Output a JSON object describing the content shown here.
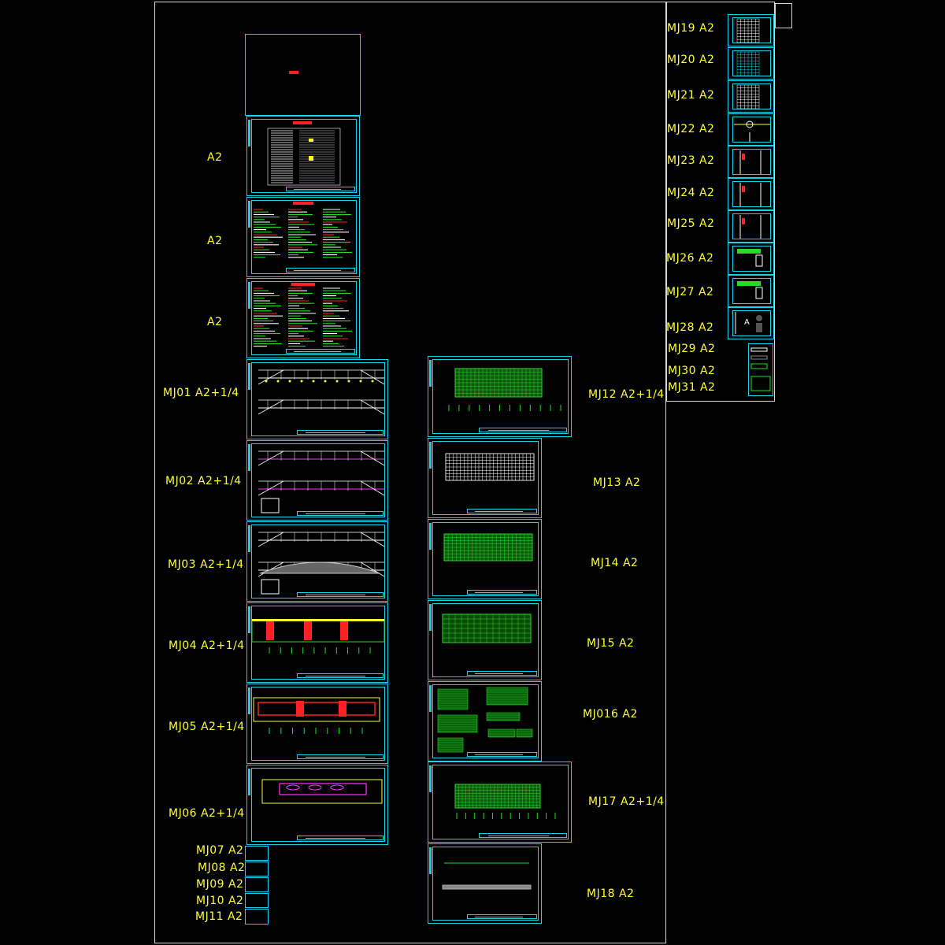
{
  "sheets": {
    "cover": "",
    "a2_1": "A2",
    "a2_2": "A2",
    "a2_3": "A2",
    "mj01": "MJ01 A2+1/4",
    "mj02": "MJ02 A2+1/4",
    "mj03": "MJ03 A2+1/4",
    "mj04": "MJ04 A2+1/4",
    "mj05": "MJ05 A2+1/4",
    "mj06": "MJ06 A2+1/4",
    "mj07": "MJ07 A2",
    "mj08": "MJ08 A2",
    "mj09": "MJ09 A2",
    "mj10": "MJ10 A2",
    "mj11": "MJ11 A2",
    "mj12": "MJ12 A2+1/4",
    "mj13": "MJ13 A2",
    "mj14": "MJ14 A2",
    "mj15": "MJ15 A2",
    "mj16": "MJ016 A2",
    "mj17": "MJ17 A2+1/4",
    "mj18": "MJ18 A2",
    "mj19": "MJ19 A2",
    "mj20": "MJ20 A2",
    "mj21": "MJ21 A2",
    "mj22": "MJ22 A2",
    "mj23": "MJ23 A2",
    "mj24": "MJ24 A2",
    "mj25": "MJ25 A2",
    "mj26": "MJ26 A2",
    "mj27": "MJ27 A2",
    "mj28": "MJ28 A2",
    "mj29": "MJ29 A2",
    "mj30": "MJ30 A2",
    "mj31": "MJ31 A2"
  },
  "detail_mark": "A",
  "colors": {
    "background": "#000000",
    "sheet_border": "#19d2e6",
    "label": "#ffff33",
    "drawing_green": "#22dd22",
    "drawing_red": "#ff2222",
    "drawing_magenta": "#ff33ff",
    "outer_frame": "#d8d8d8"
  }
}
